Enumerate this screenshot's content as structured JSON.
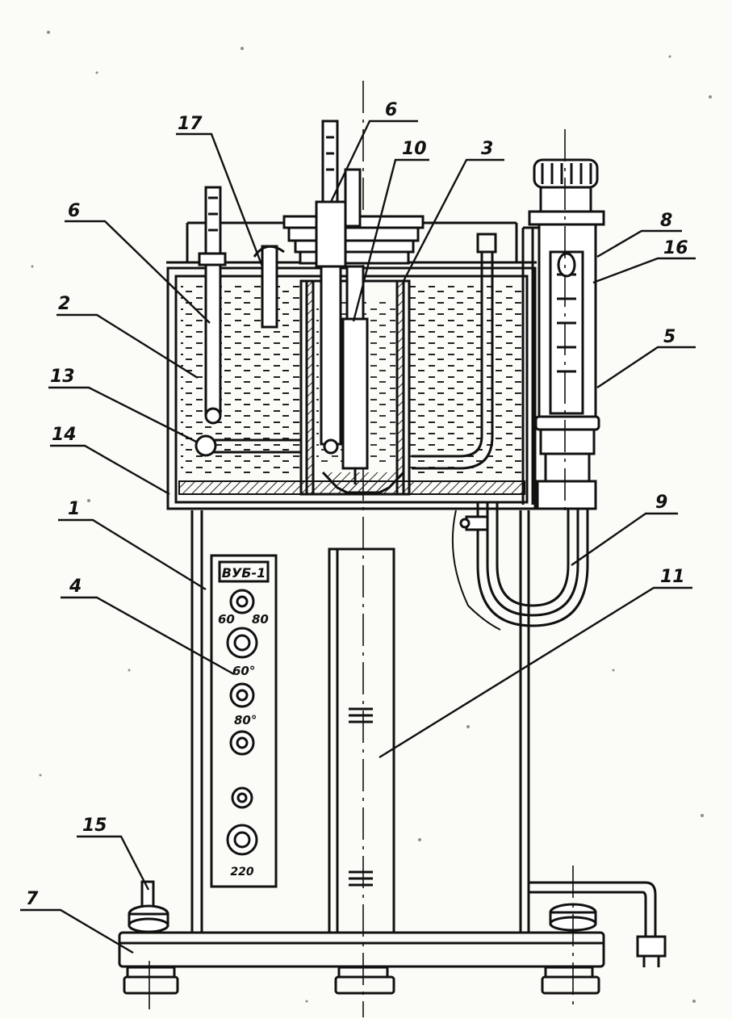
{
  "figure": {
    "callouts": [
      {
        "id": "17",
        "label": "17"
      },
      {
        "id": "6a",
        "label": "6"
      },
      {
        "id": "6b",
        "label": "6"
      },
      {
        "id": "10",
        "label": "10"
      },
      {
        "id": "3",
        "label": "3"
      },
      {
        "id": "8",
        "label": "8"
      },
      {
        "id": "16",
        "label": "16"
      },
      {
        "id": "2",
        "label": "2"
      },
      {
        "id": "5",
        "label": "5"
      },
      {
        "id": "13",
        "label": "13"
      },
      {
        "id": "14",
        "label": "14"
      },
      {
        "id": "1",
        "label": "1"
      },
      {
        "id": "9",
        "label": "9"
      },
      {
        "id": "4",
        "label": "4"
      },
      {
        "id": "11",
        "label": "11"
      },
      {
        "id": "15",
        "label": "15"
      },
      {
        "id": "7",
        "label": "7"
      }
    ],
    "control_panel": {
      "model_label": "ВУБ-1",
      "dial_labels": [
        "60",
        "80",
        "60°",
        "80°"
      ],
      "voltage_label": "220"
    }
  }
}
